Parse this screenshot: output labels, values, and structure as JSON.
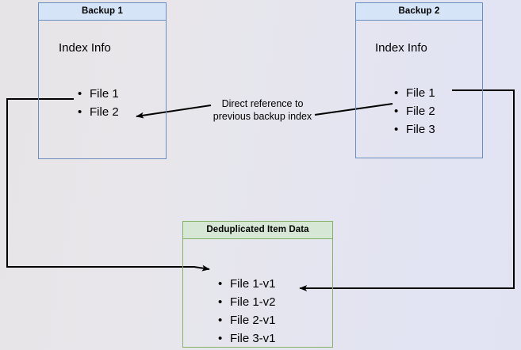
{
  "diagram": {
    "background": {
      "gradient_from": "#e6e4e6",
      "gradient_to": "#e1e3f3"
    },
    "palette": {
      "blue_fill": "#d6e4f7",
      "blue_border": "#6c8ebf",
      "green_fill": "#d6e8d5",
      "green_border": "#82b366",
      "edge_color": "#000000"
    },
    "nodes": {
      "backup1": {
        "title": "Backup 1",
        "heading": "Index Info",
        "items": [
          "File 1",
          "File 2"
        ]
      },
      "backup2": {
        "title": "Backup 2",
        "heading": "Index Info",
        "items": [
          "File 1",
          "File 2",
          "File 3"
        ]
      },
      "dedup": {
        "title": "Deduplicated Item Data",
        "items": [
          "File 1-v1",
          "File 1-v2",
          "File 2-v1",
          "File 3-v1"
        ]
      }
    },
    "edges": {
      "direct_reference": {
        "label_line_1": "Direct reference to",
        "label_line_2": "previous backup index"
      }
    }
  }
}
